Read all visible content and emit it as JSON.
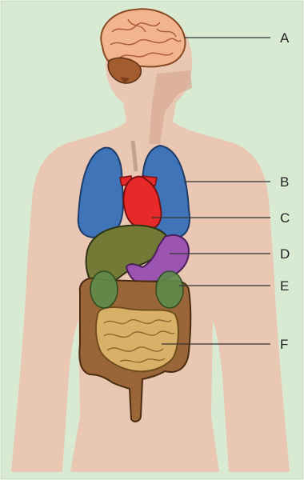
{
  "diagram": {
    "background_color": "#d8ead2",
    "body_color": "#e9c7b3",
    "labels": [
      {
        "id": "a",
        "text": "A",
        "organ": "brain"
      },
      {
        "id": "b",
        "text": "B",
        "organ": "lungs"
      },
      {
        "id": "c",
        "text": "C",
        "organ": "heart"
      },
      {
        "id": "d",
        "text": "D",
        "organ": "stomach"
      },
      {
        "id": "e",
        "text": "E",
        "organ": "kidneys"
      },
      {
        "id": "f",
        "text": "F",
        "organ": "small-intestine"
      }
    ],
    "organ_colors": {
      "brain": "#f2b48f",
      "cerebellum": "#a35c2e",
      "lungs": "#3f74b8",
      "heart": "#e8292a",
      "stomach": "#9b55b0",
      "liver": "#737a35",
      "kidneys": "#5f8a4a",
      "large_intestine": "#9a6638",
      "small_intestine": "#d9b068"
    }
  }
}
